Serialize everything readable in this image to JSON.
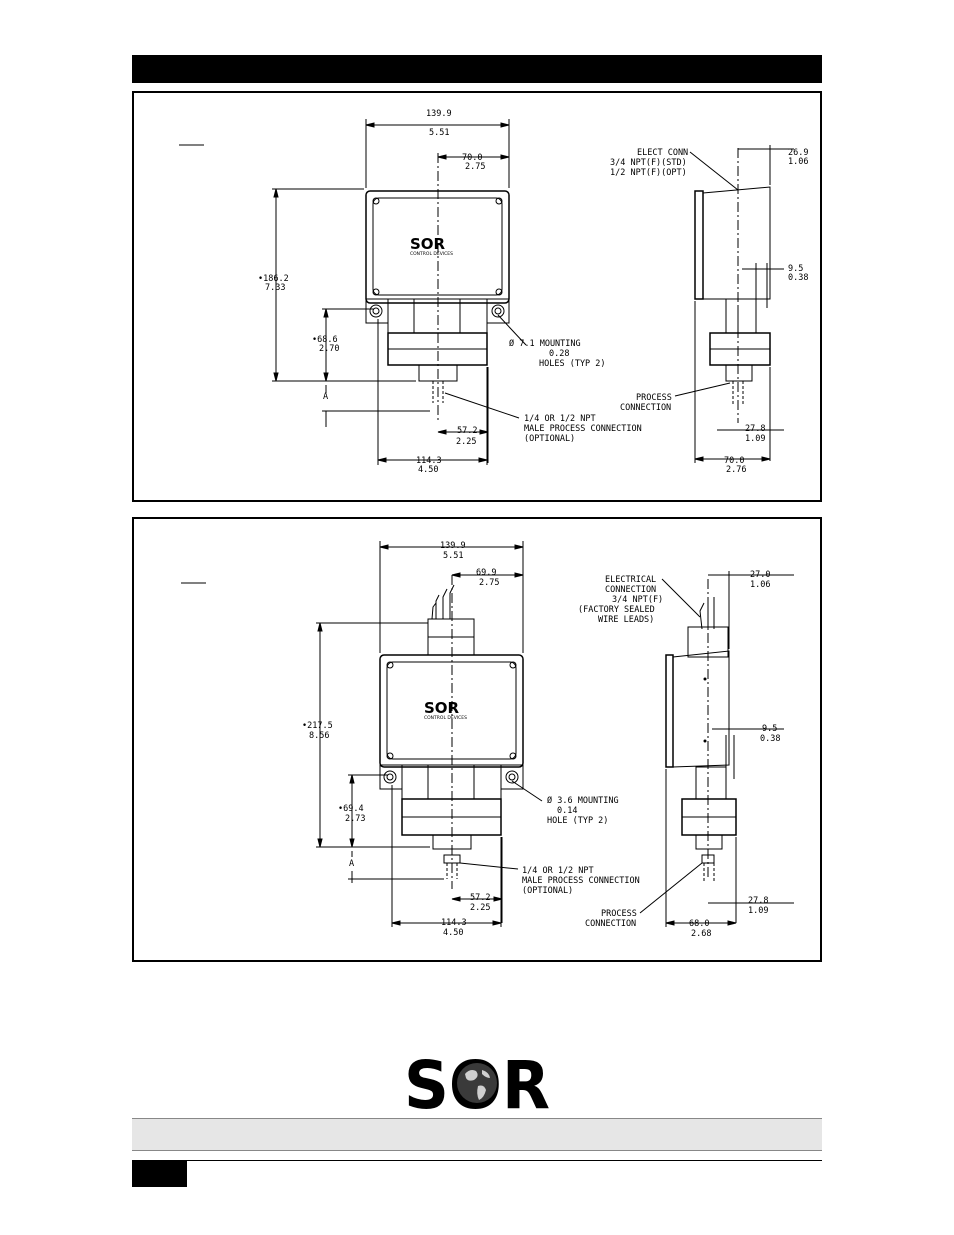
{
  "panel1": {
    "front": {
      "width_top": "139.9",
      "width_top_in": "5.51",
      "half_width": "70.0",
      "half_width_in": "2.75",
      "height": "•186.2",
      "height_in": "7.33",
      "lower_height": "•68.6",
      "lower_height_in": "2.70",
      "dim_a": "A",
      "mount_holes": [
        "Ø 7.1  MOUNTING",
        "0.28",
        "HOLES (TYP 2)"
      ],
      "process_conn": [
        "1/4 OR 1/2 NPT",
        "MALE PROCESS CONNECTION",
        "(OPTIONAL)"
      ],
      "offset": "57.2",
      "offset_in": "2.25",
      "base_width": "114.3",
      "base_width_in": "4.50"
    },
    "side": {
      "elect_conn": [
        "ELECT CONN",
        "3/4 NPT(F)(STD)",
        "1/2 NPT(F)(OPT)"
      ],
      "depth_top": "26.9",
      "depth_top_in": "1.06",
      "gap": "9.5",
      "gap_in": "0.38",
      "process_label": [
        "PROCESS",
        "CONNECTION"
      ],
      "lower_offset": "27.8",
      "lower_offset_in": "1.09",
      "total_depth": "70.0",
      "total_depth_in": "2.76"
    },
    "brand": "SOR",
    "brand_sub": "CONTROL DEVICES"
  },
  "panel2": {
    "front": {
      "width_top": "139.9",
      "width_top_in": "5.51",
      "half_width": "69.9",
      "half_width_in": "2.75",
      "height": "•217.5",
      "height_in": "8.56",
      "lower_height": "•69.4",
      "lower_height_in": "2.73",
      "dim_a": "A",
      "mount_holes": [
        "Ø 3.6  MOUNTING",
        "0.14",
        "HOLE (TYP 2)"
      ],
      "process_conn": [
        "1/4 OR 1/2 NPT",
        "MALE PROCESS CONNECTION",
        "(OPTIONAL)"
      ],
      "offset": "57.2",
      "offset_in": "2.25",
      "base_width": "114.3",
      "base_width_in": "4.50"
    },
    "side": {
      "elect_conn": [
        "ELECTRICAL",
        "CONNECTION",
        "3/4 NPT(F)",
        "(FACTORY SEALED",
        "WIRE LEADS)"
      ],
      "depth_top": "27.0",
      "depth_top_in": "1.06",
      "gap": "9.5",
      "gap_in": "0.38",
      "process_label": [
        "PROCESS",
        "CONNECTION"
      ],
      "lower_offset": "27.8",
      "lower_offset_in": "1.09",
      "total_depth": "68.0",
      "total_depth_in": "2.68"
    },
    "brand": "SOR",
    "brand_sub": "CONTROL DEVICES"
  },
  "logo": {
    "text": "SOR"
  },
  "colors": {
    "ink": "#000000",
    "band": "#e6e6e6"
  }
}
